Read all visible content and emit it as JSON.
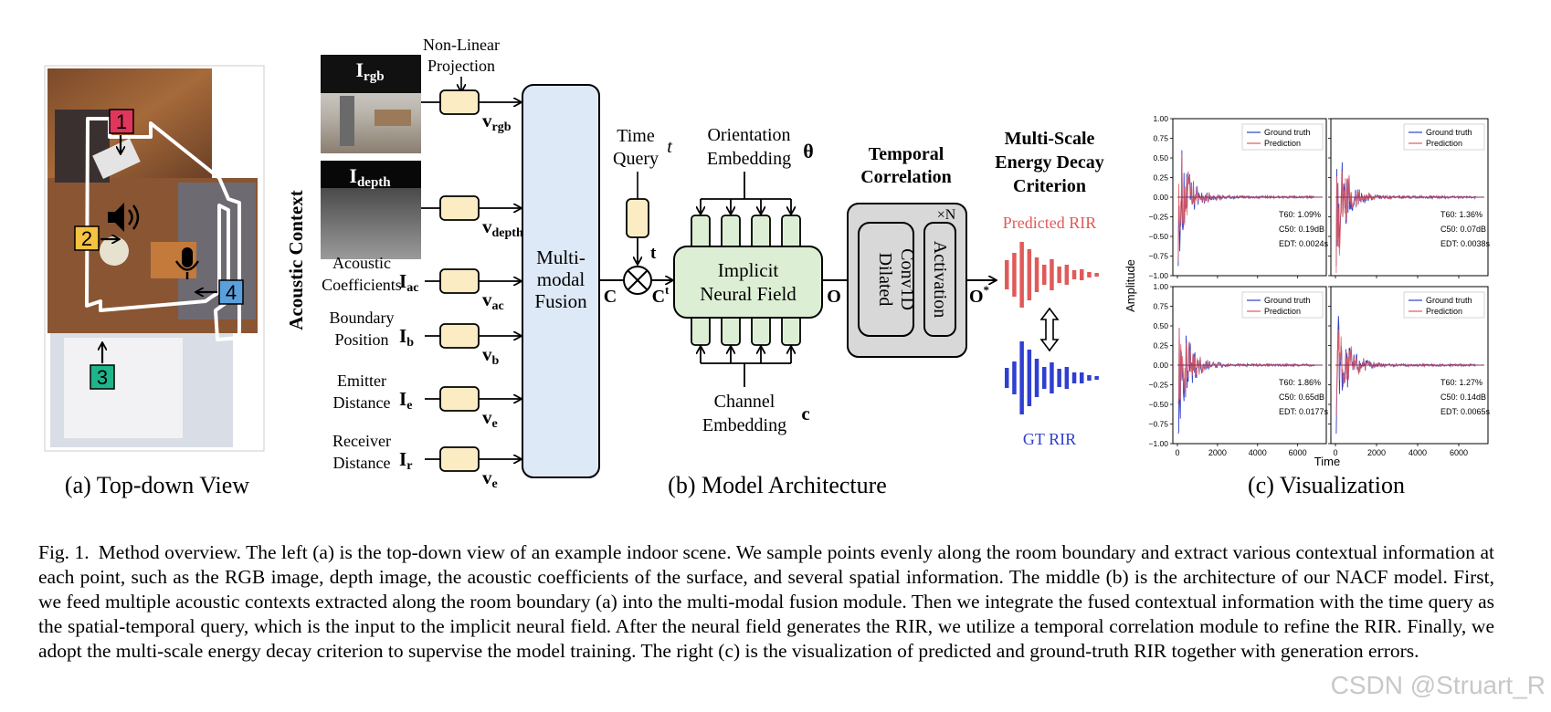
{
  "panel_a": {
    "subtitle": "(a) Top-down View",
    "markers": [
      "1",
      "2",
      "3",
      "4"
    ],
    "marker_colors": [
      "#e0365c",
      "#f5c242",
      "#1fb58a",
      "#5aa0dc"
    ]
  },
  "panel_b": {
    "subtitle": "(b) Model Architecture",
    "side_label": "Acoustic Context",
    "nonlinear": [
      "Non-Linear",
      "Projection"
    ],
    "img_rgb": {
      "main": "I",
      "sub": "rgb"
    },
    "img_depth": {
      "main": "I",
      "sub": "depth"
    },
    "inputs": [
      {
        "line1": "",
        "line2": "",
        "sym": "",
        "sub": "",
        "out": "v",
        "out_sub": "rgb"
      },
      {
        "line1": "",
        "line2": "",
        "sym": "",
        "sub": "",
        "out": "v",
        "out_sub": "depth"
      },
      {
        "line1": "Acoustic",
        "line2": "Coefficients",
        "sym": "I",
        "sub": "ac",
        "out": "v",
        "out_sub": "ac"
      },
      {
        "line1": "Boundary",
        "line2": "Position",
        "sym": "I",
        "sub": "b",
        "out": "v",
        "out_sub": "b"
      },
      {
        "line1": "Emitter",
        "line2": "Distance",
        "sym": "I",
        "sub": "e",
        "out": "v",
        "out_sub": "e"
      },
      {
        "line1": "Receiver",
        "line2": "Distance",
        "sym": "I",
        "sub": "r",
        "out": "v",
        "out_sub": "e"
      }
    ],
    "fusion": [
      "Multi-",
      "modal",
      "Fusion"
    ],
    "c_label": "C",
    "ct_label": {
      "main": "C",
      "sup": "t"
    },
    "time_query": [
      "Time",
      "Query"
    ],
    "t_italic": "t",
    "t_bold": "t",
    "orientation": [
      "Orientation",
      "Embedding"
    ],
    "theta": "θ",
    "channel": [
      "Channel",
      "Embedding"
    ],
    "c_small": "c",
    "implicit": [
      "Implicit",
      "Neural Field"
    ],
    "o_label": "O",
    "ostar_label": {
      "main": "O",
      "sup": "*"
    },
    "temporal": [
      "Temporal",
      "Correlation"
    ],
    "times_n": "×N",
    "dilated": [
      "Dilated",
      "Conv1D"
    ],
    "activation": "Activation",
    "criterion": [
      "Multi-Scale",
      "Energy Decay",
      "Criterion"
    ],
    "predicted_rir": "Predicted RIR",
    "gt_rir": "GT RIR",
    "colors": {
      "fusion": "#dde9f7",
      "field": "#dcefd4",
      "proj": "#fbecc4",
      "temporal": "#d8d8d8",
      "pred": "#e05a5a",
      "gt": "#2f3fd0"
    }
  },
  "panel_c": {
    "subtitle": "(c) Visualization",
    "ylabel": "Amplitude",
    "xlabel": "Time",
    "yticks": [
      "1.00",
      "0.75",
      "0.50",
      "0.25",
      "0.00",
      "−0.25",
      "−0.50",
      "−0.75",
      "−1.00"
    ],
    "xticks": [
      "0",
      "2000",
      "4000",
      "6000"
    ],
    "legend": [
      "Ground truth",
      "Prediction"
    ],
    "subplots": [
      {
        "t60": "T60: 1.09%",
        "c50": "C50: 0.19dB",
        "edt": "EDT: 0.0024s"
      },
      {
        "t60": "T60: 1.36%",
        "c50": "C50: 0.07dB",
        "edt": "EDT: 0.0038s"
      },
      {
        "t60": "T60: 1.86%",
        "c50": "C50: 0.65dB",
        "edt": "EDT: 0.0177s"
      },
      {
        "t60": "T60: 1.27%",
        "c50": "C50: 0.14dB",
        "edt": "EDT: 0.0065s"
      }
    ]
  },
  "caption": {
    "label": "Fig. 1.",
    "text": "Method overview. The left (a) is the top-down view of an example indoor scene. We sample points evenly along the room boundary and extract various contextual information at each point, such as the RGB image, depth image, the acoustic coefficients of the surface, and several spatial information. The middle (b) is the architecture of our NACF model. First, we feed multiple acoustic contexts extracted along the room boundary (a) into the multi-modal fusion module. Then we integrate the fused contextual information with the time query as the spatial-temporal query, which is the input to the implicit neural field. After the neural field generates the RIR, we utilize a temporal correlation module to refine the RIR. Finally, we adopt the multi-scale energy decay criterion to supervise the model training. The right (c) is the visualization of predicted and ground-truth RIR together with generation errors."
  },
  "watermark": "CSDN @Struart_R"
}
